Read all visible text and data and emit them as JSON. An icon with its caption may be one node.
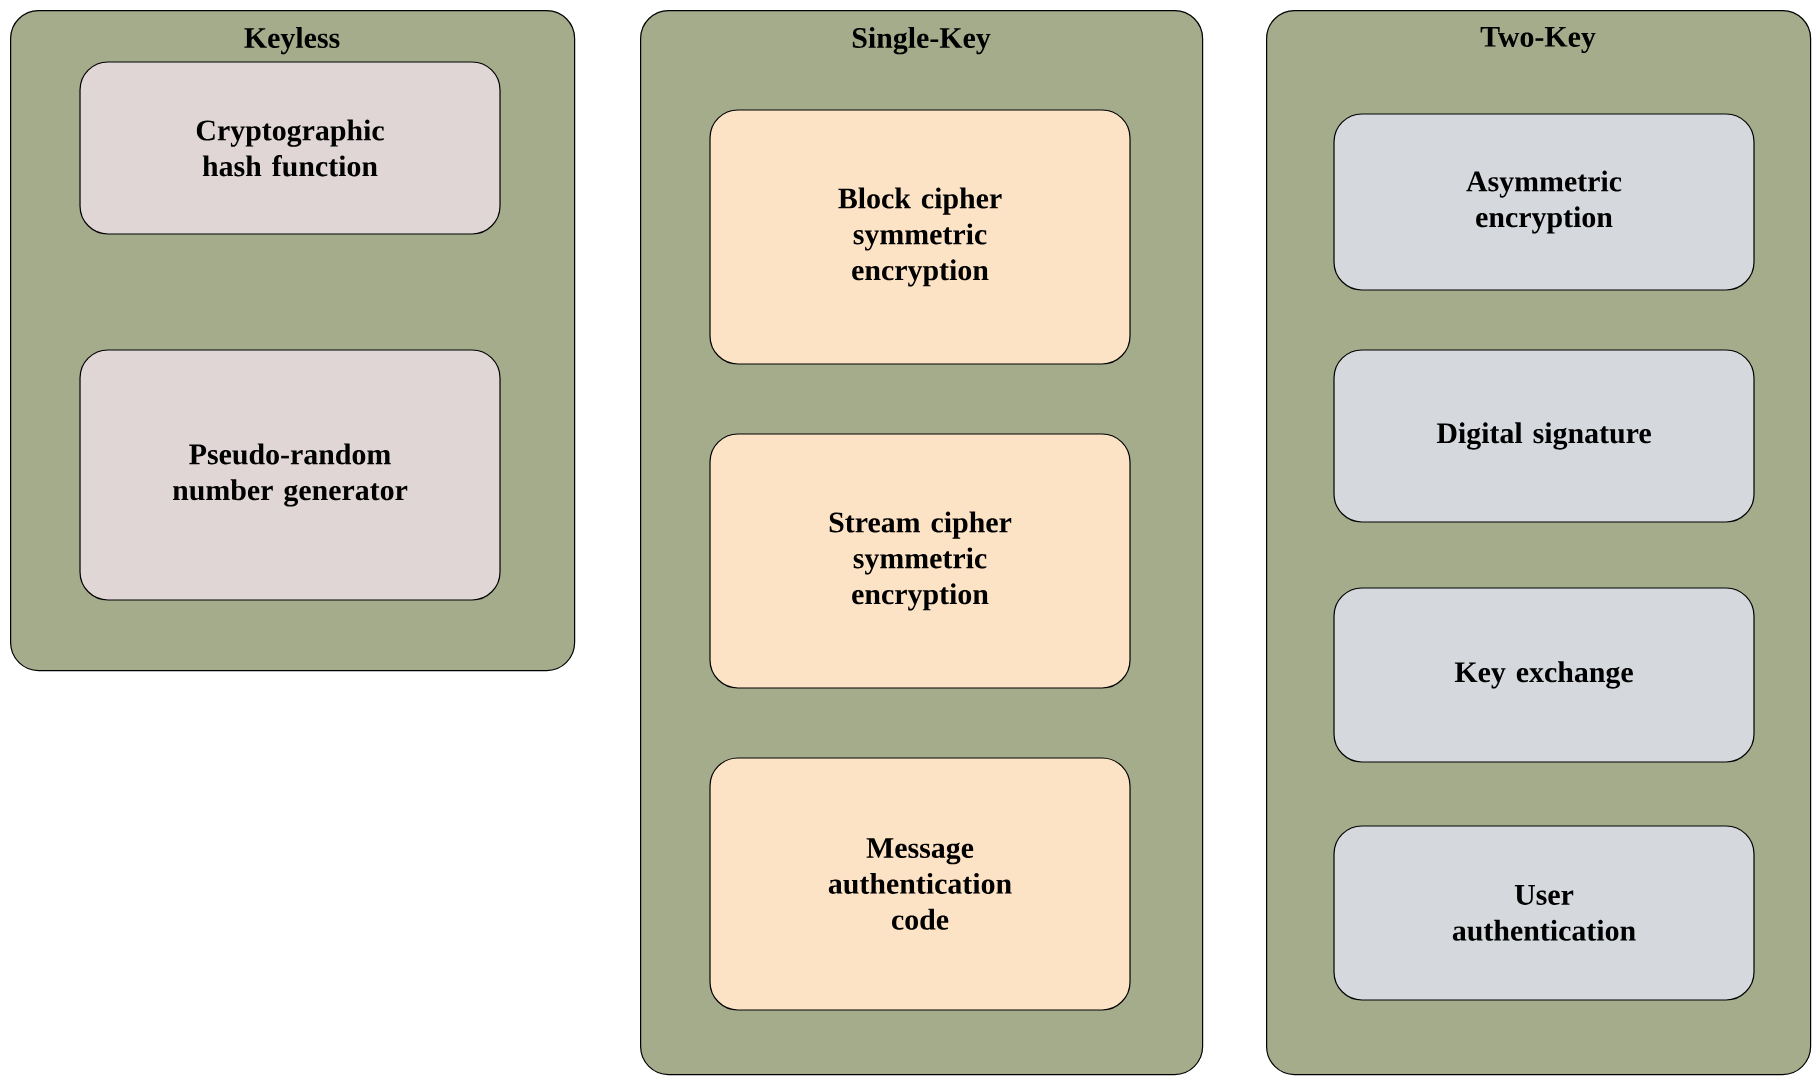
{
  "diagram": {
    "nodes": [
      {
        "text": [
          "Keyless"
        ]
      },
      {
        "text": [
          "Cryptographic hash function"
        ],
        "in": 0
      },
      {
        "text": [
          "Pseudo-random number generator"
        ],
        "in": 0
      },
      {
        "text": [
          "Single-Key"
        ]
      },
      {
        "text": [
          "Block cipher symmetric encryption"
        ],
        "in": 3
      },
      {
        "text": [
          "Stream cipher symmetric encryption"
        ],
        "in": 3
      },
      {
        "text": [
          "Message authentication code"
        ],
        "in": 3
      },
      {
        "text": [
          "Two-Key"
        ]
      },
      {
        "text": [
          "Asymmetric encryption"
        ],
        "in": 7
      },
      {
        "text": [
          "Digital signature"
        ],
        "in": 7
      },
      {
        "text": [
          "Key exchange"
        ],
        "in": 7
      },
      {
        "text": [
          "User authentication"
        ],
        "in": 7
      }
    ]
  }
}
